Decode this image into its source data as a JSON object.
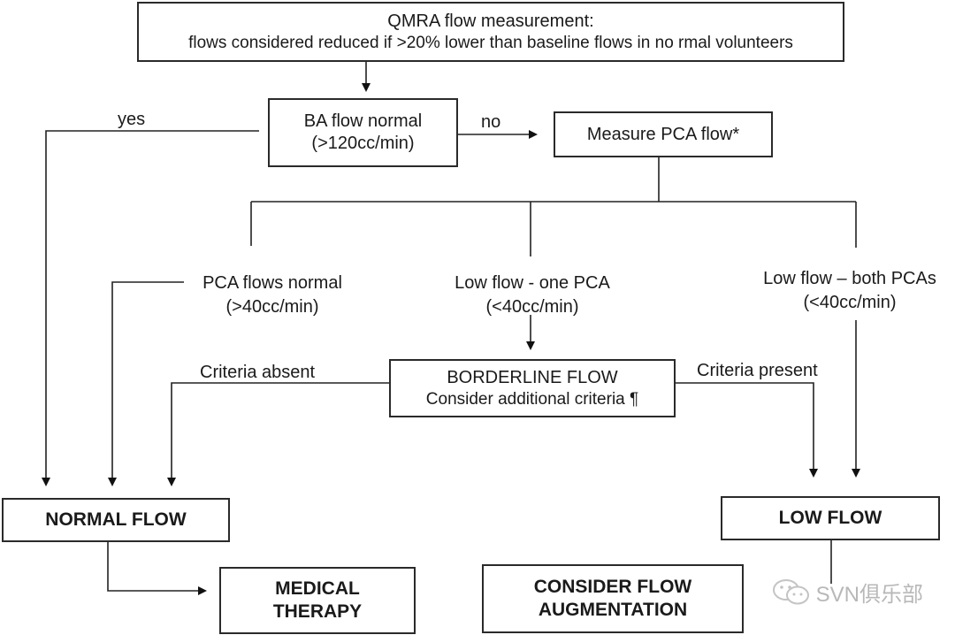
{
  "top": {
    "title": "QMRA flow measurement:",
    "subtitle": "flows considered reduced if >20% lower than baseline flows in no  rmal volunteers"
  },
  "ba": {
    "line1": "BA flow normal",
    "line2": "(>120cc/min)"
  },
  "edges": {
    "yes": "yes",
    "no": "no",
    "criteria_absent": "Criteria absent",
    "criteria_present": "Criteria present"
  },
  "pca": {
    "label": "Measure PCA flow*"
  },
  "branches": {
    "normal": {
      "line1": "PCA flows normal",
      "line2": "(>40cc/min)"
    },
    "one": {
      "line1": "Low flow - one PCA",
      "line2": "(<40cc/min)"
    },
    "both": {
      "line1": "Low flow – both PCAs",
      "line2": "(<40cc/min)"
    }
  },
  "borderline": {
    "line1": "BORDERLINE FLOW",
    "line2": "Consider additional criteria ¶"
  },
  "outcomes": {
    "normal_flow": "NORMAL FLOW",
    "low_flow": "LOW FLOW",
    "medical_therapy": [
      "MEDICAL",
      "THERAPY"
    ],
    "consider_flow": [
      "CONSIDER FLOW",
      "AUGMENTATION"
    ]
  },
  "watermark": {
    "text": "SVN俱乐部",
    "icon": "wechat-icon"
  }
}
